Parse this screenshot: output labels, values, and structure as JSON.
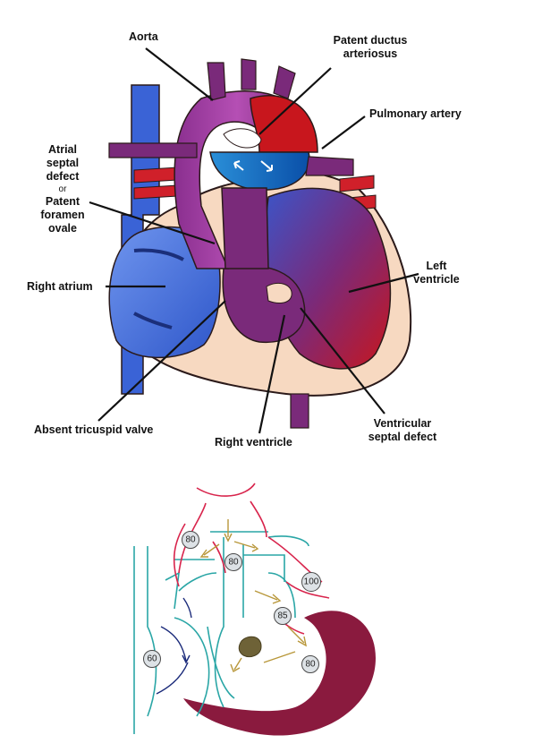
{
  "labels": {
    "aorta": "Aorta",
    "pda_line1": "Patent ductus",
    "pda_line2": "arteriosus",
    "pulmonary_artery": "Pulmonary artery",
    "asd_line1": "Atrial",
    "asd_line2": "septal",
    "asd_line3": "defect",
    "asd_or": "or",
    "asd_line4": "Patent",
    "asd_line5": "foramen",
    "asd_line6": "ovale",
    "right_atrium": "Right atrium",
    "lv_line1": "Left",
    "lv_line2": "ventricle",
    "absent_tricuspid": "Absent tricuspid valve",
    "right_ventricle": "Right ventricle",
    "vsd_line1": "Ventricular",
    "vsd_line2": "septal defect"
  },
  "saturations": [
    "80",
    "80",
    "100",
    "85",
    "60",
    "80"
  ],
  "colors": {
    "deoxygenated": "#3a63d6",
    "oxygenated": "#c8161d",
    "mixed": "#7a2a7a",
    "myocardium": "#f7d9c1",
    "schematic_teal": "#2aa6a6",
    "schematic_red": "#d8244c",
    "schematic_navy": "#1a2a7a",
    "flow_arrow": "#b8973a",
    "ventricle_wall": "#8a1a3e"
  }
}
